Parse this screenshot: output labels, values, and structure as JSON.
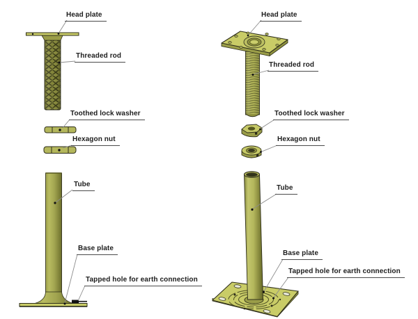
{
  "diagram": {
    "labels": {
      "head_plate": "Head plate",
      "threaded_rod": "Threaded rod",
      "toothed_lock_washer": "Toothed lock washer",
      "hexagon_nut": "Hexagon nut",
      "tube": "Tube",
      "base_plate": "Base plate",
      "tapped_hole": "Tapped hole for earth connection"
    },
    "colors": {
      "background": "#ffffff",
      "part_fill_light": "#c9cc67",
      "part_fill_mid": "#b2b558",
      "part_fill_dark": "#9a9d48",
      "rod_dark": "#84863a",
      "outline": "#2f2f1b",
      "label_text": "#1d1d1d",
      "leader_line": "#8c8c8c"
    }
  }
}
